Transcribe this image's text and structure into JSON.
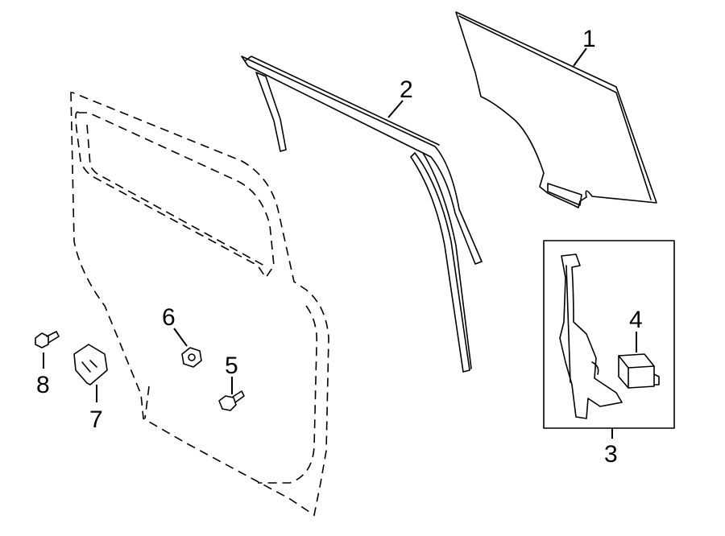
{
  "callouts": [
    {
      "id": "1",
      "label": "1",
      "part": "door-glass"
    },
    {
      "id": "2",
      "label": "2",
      "part": "glass-run-channel"
    },
    {
      "id": "3",
      "label": "3",
      "part": "window-regulator-assembly"
    },
    {
      "id": "4",
      "label": "4",
      "part": "regulator-motor"
    },
    {
      "id": "5",
      "label": "5",
      "part": "bolt"
    },
    {
      "id": "6",
      "label": "6",
      "part": "nut"
    },
    {
      "id": "7",
      "label": "7",
      "part": "switch-bracket"
    },
    {
      "id": "8",
      "label": "8",
      "part": "screw"
    }
  ]
}
